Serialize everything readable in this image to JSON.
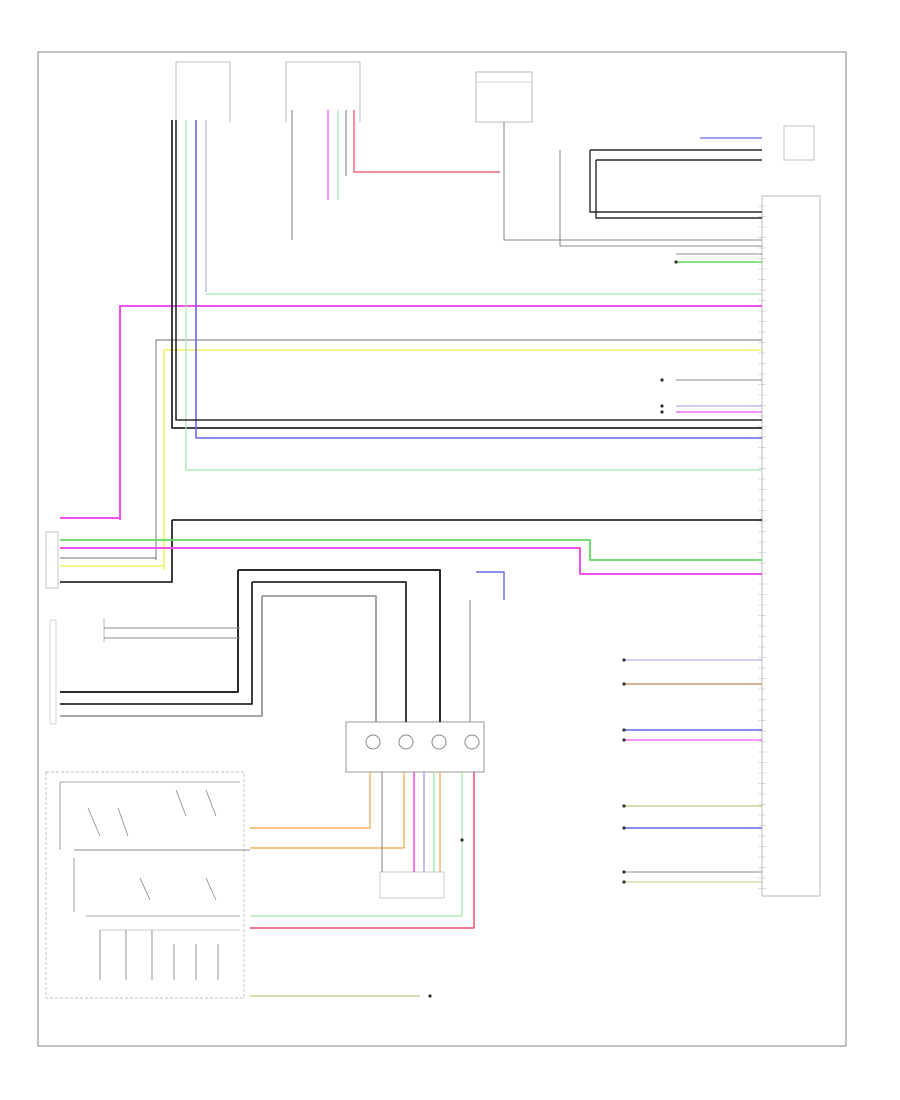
{
  "diagram": {
    "frame_tag": "",
    "colors": {
      "black": "#2a2a2a",
      "gray": "#8c8c8c",
      "green": "#60dc60",
      "pink": "#f050f0",
      "red": "#f04868",
      "yellow": "#f0f060",
      "blue": "#6666f0",
      "orange": "#f0b060",
      "olive": "#c8c880",
      "lightgreen": "#a8e8a8",
      "lavender": "#b0b0f0",
      "brown": "#c08858"
    },
    "components": [
      {
        "id": "top-connector-1",
        "text": ""
      },
      {
        "id": "top-connector-2",
        "text": ""
      },
      {
        "id": "fuse-box-top",
        "text": ""
      },
      {
        "id": "audio-control-module",
        "text": ""
      },
      {
        "id": "right-connector",
        "text": ""
      },
      {
        "id": "left-stack-connector",
        "text": ""
      },
      {
        "id": "clockspring",
        "text": ""
      },
      {
        "id": "steering-switch-box",
        "text": ""
      },
      {
        "id": "speaker-right-front",
        "text": ""
      }
    ]
  }
}
